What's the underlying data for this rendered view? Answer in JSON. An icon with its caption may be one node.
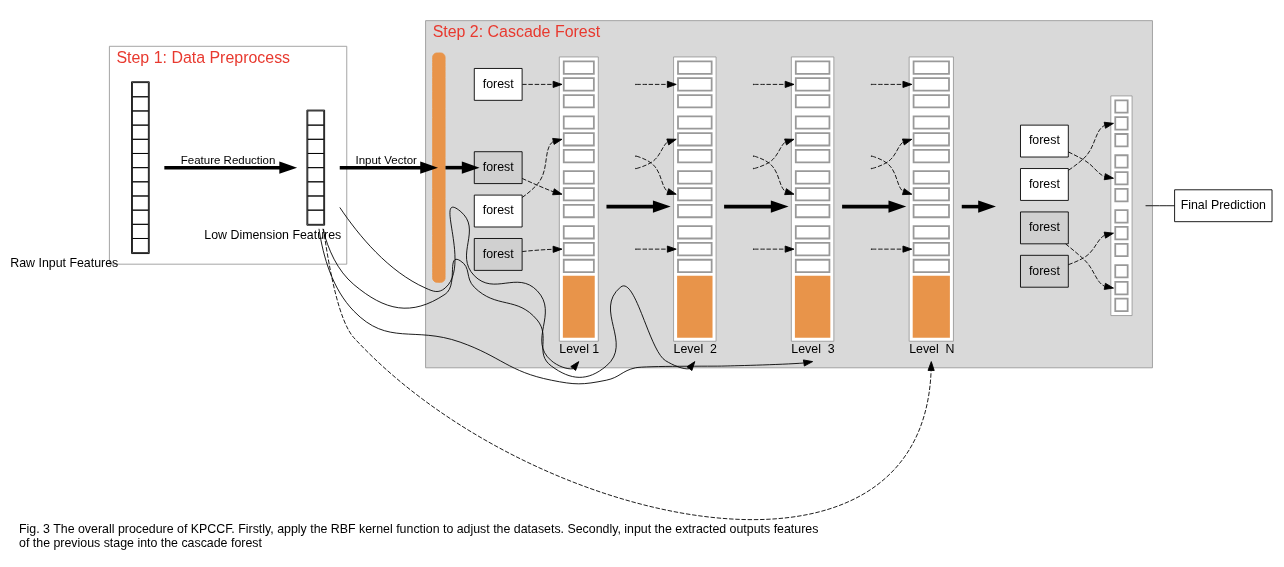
{
  "diagram": {
    "caption": "Fig. 3 The overall procedure of KPCCF. Firstly, apply the RBF kernel function to adjust the datasets. Secondly, input the extracted outputs features of the previous stage into the cascade forest",
    "nodes": [
      {
        "text": [
          "Step 1: Data Preprocess"
        ]
      },
      {
        "text": [],
        "shape": "bar",
        "beside": [
          "Raw Input Features"
        ],
        "in": 0
      },
      {
        "text": [],
        "shape": "bar",
        "beside": [
          "Low Dimension Features"
        ],
        "in": 0
      },
      {
        "text": [
          "Step 2: Cascade Forest"
        ]
      },
      {
        "text": [],
        "shape": "bar",
        "in": 3
      },
      {
        "text": [
          "forest"
        ],
        "in": 3
      },
      {
        "text": [
          "forest"
        ],
        "in": 3
      },
      {
        "text": [
          "forest"
        ],
        "in": 3
      },
      {
        "text": [
          "forest"
        ],
        "in": 3
      },
      {
        "text": [],
        "shape": "bar",
        "beside": [
          "Level 1"
        ],
        "in": 3
      },
      {
        "text": [],
        "shape": "bar",
        "beside": [
          "Level  2"
        ],
        "in": 3
      },
      {
        "text": [],
        "shape": "bar",
        "beside": [
          "Level  3"
        ],
        "in": 3
      },
      {
        "text": [],
        "shape": "bar",
        "beside": [
          "Level  N"
        ],
        "in": 3
      },
      {
        "text": [
          "forest"
        ],
        "in": 3
      },
      {
        "text": [
          "forest"
        ],
        "in": 3
      },
      {
        "text": [
          "forest"
        ],
        "in": 3
      },
      {
        "text": [
          "forest"
        ],
        "in": 3
      },
      {
        "text": [],
        "shape": "bar",
        "in": 3
      },
      {
        "text": [
          "Final Prediction"
        ]
      }
    ],
    "edges": [
      {
        "from": 1,
        "to": 2,
        "arrow": "to",
        "label": "Feature Reduction",
        "style": "thick"
      },
      {
        "from": 2,
        "to": 4,
        "arrow": "to",
        "label": "Input Vector",
        "style": "thick"
      },
      {
        "from": 4,
        "to": 7,
        "arrow": "to",
        "style": "thick"
      },
      {
        "from": 5,
        "to": 9,
        "arrow": "to",
        "style": "dashed"
      },
      {
        "from": 6,
        "to": 9,
        "arrow": "to",
        "style": "dashed"
      },
      {
        "from": 7,
        "to": 9,
        "arrow": "to",
        "style": "dashed"
      },
      {
        "from": 8,
        "to": 9,
        "arrow": "to",
        "style": "dashed"
      },
      {
        "from": 9,
        "to": 10,
        "arrow": "to",
        "style": "thick"
      },
      {
        "from": null,
        "to": 10,
        "arrow": "to",
        "style": "dashed"
      },
      {
        "from": null,
        "to": 10,
        "arrow": "to",
        "style": "dashed"
      },
      {
        "from": null,
        "to": 10,
        "arrow": "to",
        "style": "dashed"
      },
      {
        "from": null,
        "to": 10,
        "arrow": "to",
        "style": "dashed"
      },
      {
        "from": 10,
        "to": 11,
        "arrow": "to",
        "style": "thick"
      },
      {
        "from": null,
        "to": 11,
        "arrow": "to",
        "style": "dashed"
      },
      {
        "from": null,
        "to": 11,
        "arrow": "to",
        "style": "dashed"
      },
      {
        "from": null,
        "to": 11,
        "arrow": "to",
        "style": "dashed"
      },
      {
        "from": null,
        "to": 11,
        "arrow": "to",
        "style": "dashed"
      },
      {
        "from": 11,
        "to": 12,
        "arrow": "to",
        "style": "thick"
      },
      {
        "from": null,
        "to": 12,
        "arrow": "to",
        "style": "dashed"
      },
      {
        "from": null,
        "to": 12,
        "arrow": "to",
        "style": "dashed"
      },
      {
        "from": null,
        "to": 12,
        "arrow": "to",
        "style": "dashed"
      },
      {
        "from": null,
        "to": 12,
        "arrow": "to",
        "style": "dashed"
      },
      {
        "from": 12,
        "to": null,
        "arrow": "to",
        "style": "thick"
      },
      {
        "from": 13,
        "to": 17,
        "arrow": "to",
        "style": "dashed"
      },
      {
        "from": 14,
        "to": 17,
        "arrow": "to",
        "style": "dashed"
      },
      {
        "from": 15,
        "to": 17,
        "arrow": "to",
        "style": "dashed"
      },
      {
        "from": 16,
        "to": 17,
        "arrow": "to",
        "style": "dashed"
      },
      {
        "from": 17,
        "to": 18,
        "arrow": "none"
      },
      {
        "from": 2,
        "to": 9,
        "arrow": "to"
      },
      {
        "from": 2,
        "to": 10,
        "arrow": "to"
      },
      {
        "from": 2,
        "to": 11,
        "arrow": "to"
      },
      {
        "from": 2,
        "to": 12,
        "arrow": "to",
        "style": "dashed"
      }
    ]
  }
}
